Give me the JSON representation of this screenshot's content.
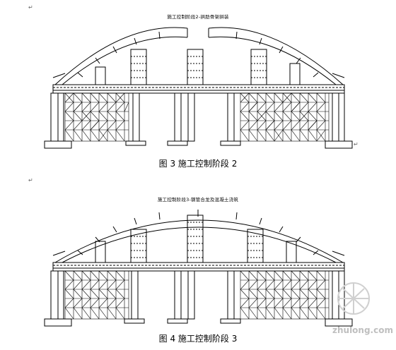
{
  "figures": [
    {
      "header_note": "施工控制阶段2-拱肋骨架拼装",
      "caption": "图 3 施工控制阶段 2"
    },
    {
      "header_note": "施工控制阶段3-钢管合龙及混凝土浇筑",
      "caption": "图 4 施工控制阶段 3"
    }
  ],
  "para_mark": "↵",
  "watermark": {
    "text": "zhulong.com",
    "icon": "zhulong-logo-icon"
  }
}
